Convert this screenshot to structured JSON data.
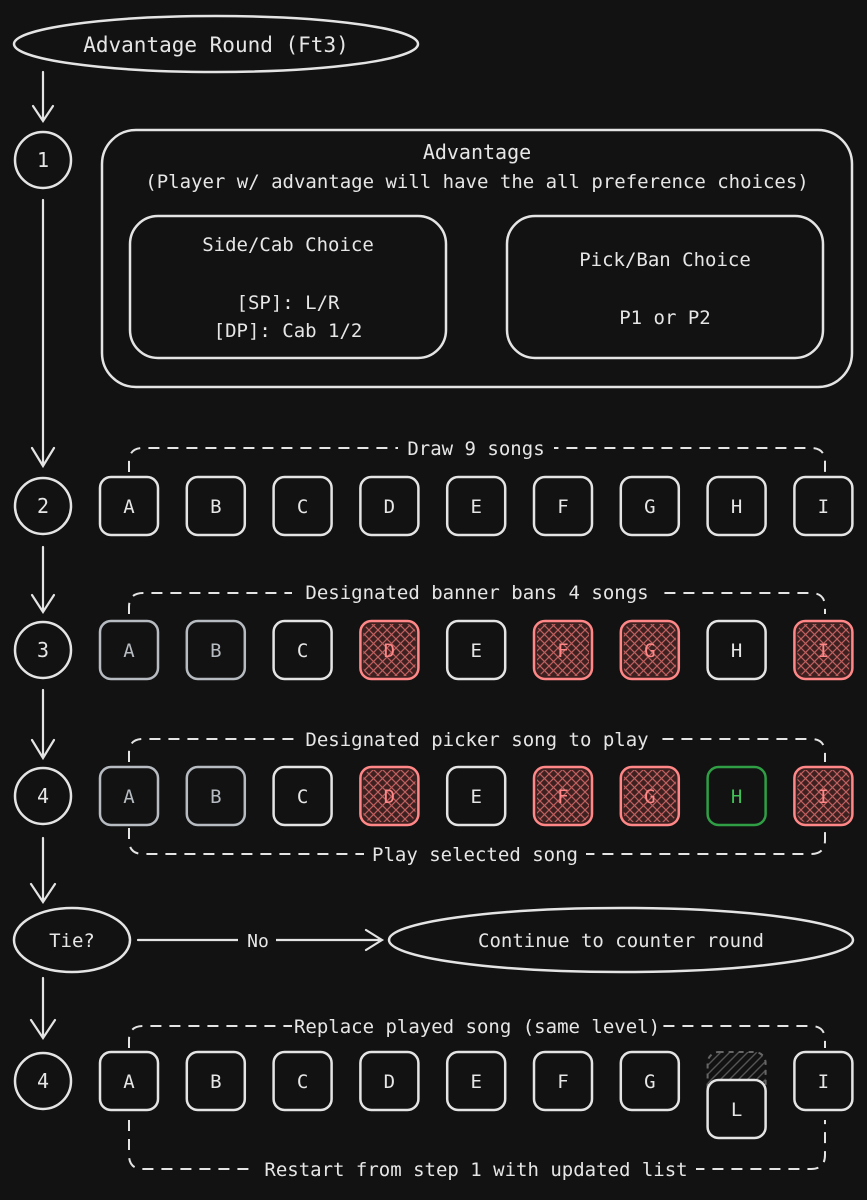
{
  "title": "Advantage Round (Ft3)",
  "colors": {
    "background": "#121212",
    "stroke": "#e4e4e4",
    "muted": "#b7bcc2",
    "ban": "#ff8787",
    "ban_fill": "#3d2020",
    "pick": "#2f9e44",
    "pick_text": "#40c057"
  },
  "steps": [
    {
      "label": "1"
    },
    {
      "label": "2",
      "caption_top": "Draw 9 songs",
      "caption_bottom": "",
      "songs": [
        {
          "letter": "A",
          "state": "normal"
        },
        {
          "letter": "B",
          "state": "normal"
        },
        {
          "letter": "C",
          "state": "normal"
        },
        {
          "letter": "D",
          "state": "normal"
        },
        {
          "letter": "E",
          "state": "normal"
        },
        {
          "letter": "F",
          "state": "normal"
        },
        {
          "letter": "G",
          "state": "normal"
        },
        {
          "letter": "H",
          "state": "normal"
        },
        {
          "letter": "I",
          "state": "normal"
        }
      ]
    },
    {
      "label": "3",
      "caption_top": "Designated banner bans 4 songs",
      "caption_bottom": "",
      "songs": [
        {
          "letter": "A",
          "state": "muted"
        },
        {
          "letter": "B",
          "state": "muted"
        },
        {
          "letter": "C",
          "state": "normal"
        },
        {
          "letter": "D",
          "state": "banned"
        },
        {
          "letter": "E",
          "state": "normal"
        },
        {
          "letter": "F",
          "state": "banned"
        },
        {
          "letter": "G",
          "state": "banned"
        },
        {
          "letter": "H",
          "state": "normal"
        },
        {
          "letter": "I",
          "state": "banned"
        }
      ]
    },
    {
      "label": "4",
      "caption_top": "Designated picker song to play",
      "caption_bottom": "Play selected song",
      "songs": [
        {
          "letter": "A",
          "state": "muted"
        },
        {
          "letter": "B",
          "state": "muted"
        },
        {
          "letter": "C",
          "state": "normal"
        },
        {
          "letter": "D",
          "state": "banned"
        },
        {
          "letter": "E",
          "state": "normal"
        },
        {
          "letter": "F",
          "state": "banned"
        },
        {
          "letter": "G",
          "state": "banned"
        },
        {
          "letter": "H",
          "state": "picked"
        },
        {
          "letter": "I",
          "state": "banned"
        }
      ]
    },
    {
      "label": "4",
      "caption_top": "Replace played song (same level)",
      "caption_bottom": "Restart from step 1 with updated list",
      "songs": [
        {
          "letter": "A",
          "state": "normal"
        },
        {
          "letter": "B",
          "state": "normal"
        },
        {
          "letter": "C",
          "state": "normal"
        },
        {
          "letter": "D",
          "state": "normal"
        },
        {
          "letter": "E",
          "state": "normal"
        },
        {
          "letter": "F",
          "state": "normal"
        },
        {
          "letter": "G",
          "state": "normal"
        },
        {
          "letter": "L",
          "state": "replaced"
        },
        {
          "letter": "I",
          "state": "normal"
        }
      ]
    }
  ],
  "advantage": {
    "title": "Advantage",
    "subtitle": "(Player w/ advantage will have the all preference choices)",
    "side_title": "Side/Cab Choice",
    "side_line1": "[SP]: L/R",
    "side_line2": "[DP]: Cab 1/2",
    "pick_title": "Pick/Ban Choice",
    "pick_line": "P1 or P2"
  },
  "tie": {
    "question": "Tie?",
    "no_label": "No",
    "continue_label": "Continue to counter round"
  }
}
